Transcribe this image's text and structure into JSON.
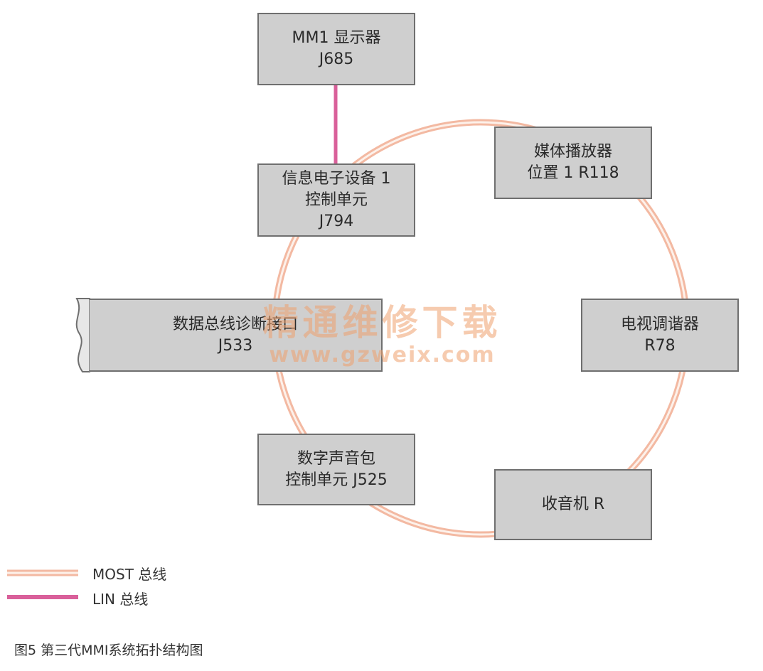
{
  "diagram": {
    "nodes": {
      "mm1": {
        "line1": "MM1  显示器",
        "line2": "J685"
      },
      "info": {
        "line1": "信息电子设备 1",
        "line2": "控制单元",
        "line3": "J794"
      },
      "media": {
        "line1": "媒体播放器",
        "line2": "位置 1  R118"
      },
      "diag": {
        "line1": "数据总线诊断接口",
        "line2": "J533"
      },
      "tv": {
        "line1": "电视调谐器",
        "line2": "R78"
      },
      "dsp": {
        "line1": "数字声音包",
        "line2": "控制单元  J525"
      },
      "radio": {
        "line1": "收音机 R"
      }
    },
    "links": [
      {
        "from": "mm1",
        "to": "info",
        "bus": "LIN"
      },
      {
        "ring": [
          "info",
          "media",
          "tv",
          "radio",
          "dsp",
          "diag"
        ],
        "bus": "MOST"
      }
    ],
    "colors": {
      "most_bus": "#f2b7a0",
      "lin_bus": "#d9609a",
      "box_fill": "#cfcfcf",
      "box_border": "#6f6f6f"
    }
  },
  "legend": {
    "most": "MOST 总线",
    "lin": "LIN 总线"
  },
  "watermark": {
    "title": "精通维修下载",
    "url": "www.gzweix.com"
  },
  "caption": "图5   第三代MMI系统拓扑结构图"
}
